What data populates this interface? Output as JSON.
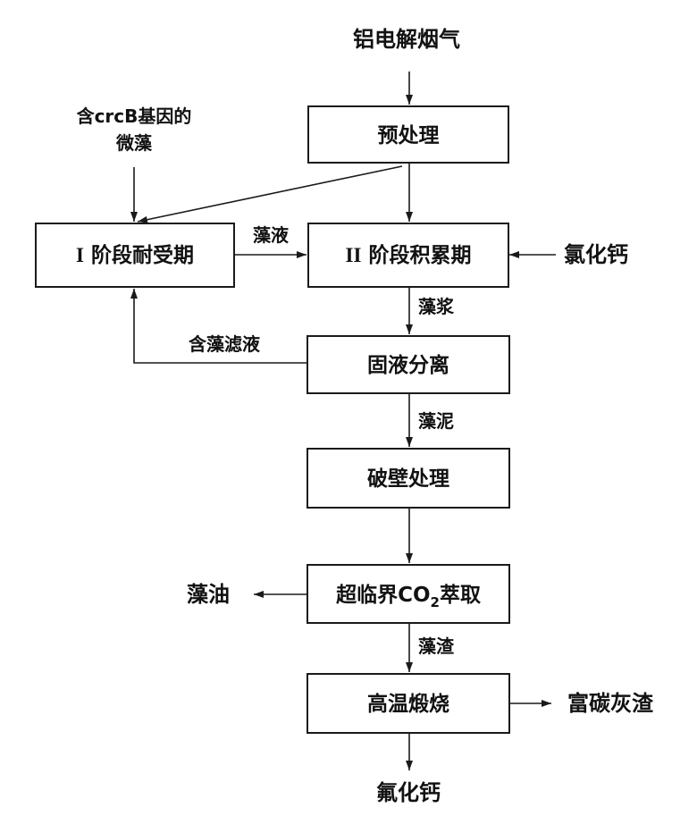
{
  "nodes": {
    "flue_gas": "铝电解烟气",
    "microalgae_line1": "含crcB基因的",
    "microalgae_line2": "微藻",
    "pretreatment": "预处理",
    "stage1_prefix": "I",
    "stage1_text": "阶段耐受期",
    "stage2_prefix": "II",
    "stage2_text": "阶段积累期",
    "calcium_chloride": "氯化钙",
    "separation": "固液分离",
    "wall_breaking": "破壁处理",
    "extraction_pre": "超临界CO",
    "extraction_sub": "2",
    "extraction_post": "萃取",
    "algae_oil": "藻油",
    "calcination": "高温煅烧",
    "carbon_ash": "富碳灰渣",
    "calcium_fluoride": "氟化钙"
  },
  "edge_labels": {
    "algae_liquid": "藻液",
    "algae_slurry": "藻浆",
    "algae_filtrate": "含藻滤液",
    "algae_mud": "藻泥",
    "algae_residue": "藻渣"
  }
}
